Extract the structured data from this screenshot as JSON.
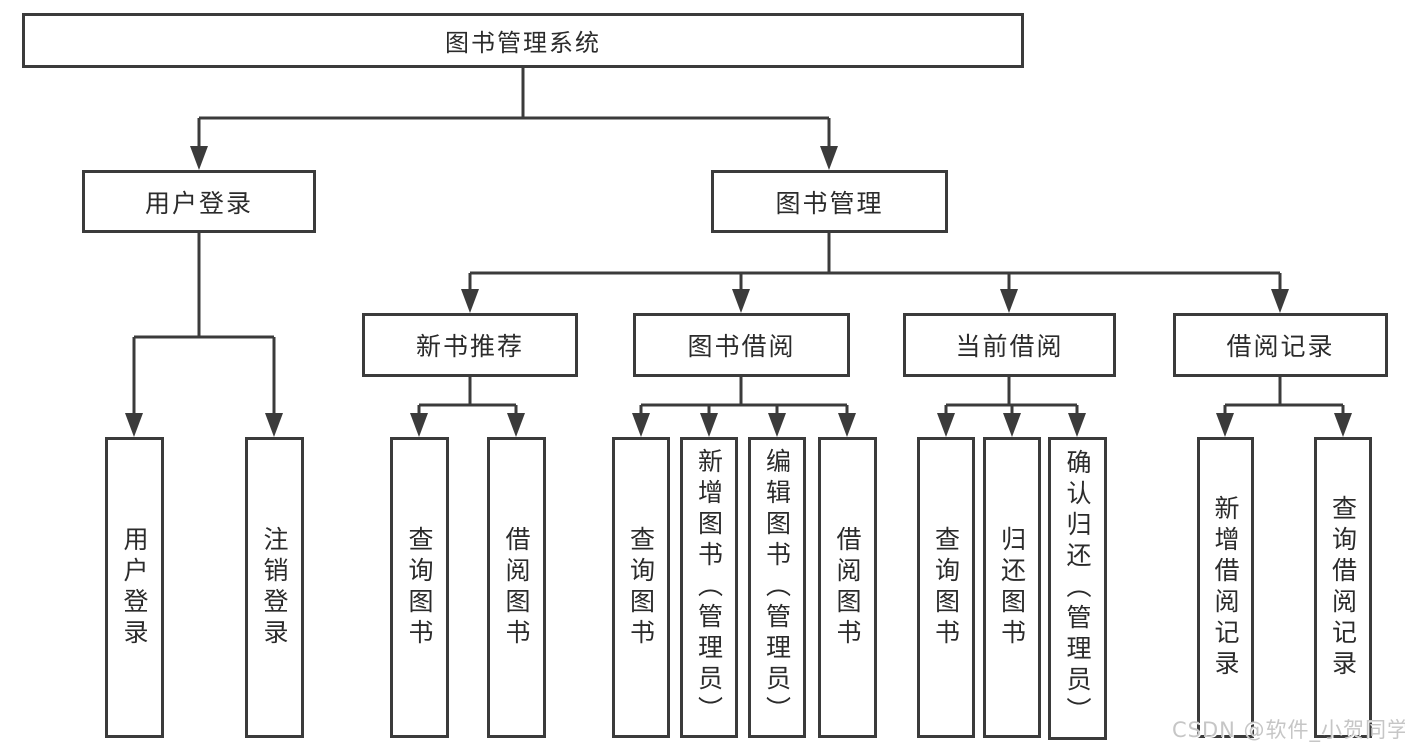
{
  "diagram": {
    "root": {
      "label": "图书管理系统"
    },
    "branches": [
      {
        "label": "用户登录",
        "children": [
          {
            "label": "用户登录"
          },
          {
            "label": "注销登录"
          }
        ]
      },
      {
        "label": "图书管理",
        "groups": [
          {
            "label": "新书推荐",
            "children": [
              {
                "label": "查询图书"
              },
              {
                "label": "借阅图书"
              }
            ]
          },
          {
            "label": "图书借阅",
            "children": [
              {
                "label": "查询图书"
              },
              {
                "label": "新增图书（管理员）"
              },
              {
                "label": "编辑图书（管理员）"
              },
              {
                "label": "借阅图书"
              }
            ]
          },
          {
            "label": "当前借阅",
            "children": [
              {
                "label": "查询图书"
              },
              {
                "label": "归还图书"
              },
              {
                "label": "确认归还（管理员）"
              }
            ]
          },
          {
            "label": "借阅记录",
            "children": [
              {
                "label": "新增借阅记录"
              },
              {
                "label": "查询借阅记录"
              }
            ]
          }
        ]
      }
    ],
    "watermark": "CSDN @软件_小贺同学",
    "colors": {
      "line": "#3b3b3b",
      "text": "#2b2b2b",
      "background": "#ffffff",
      "watermark": "#c6c6c6"
    }
  }
}
